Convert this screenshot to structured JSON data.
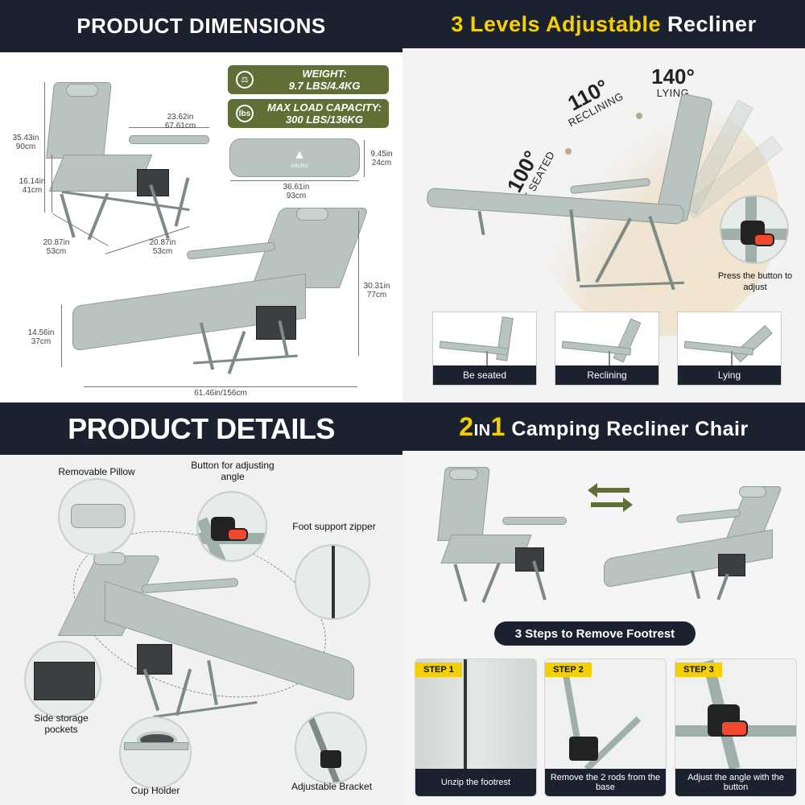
{
  "q1": {
    "title": "PRODUCT DIMENSIONS",
    "weight": {
      "label": "WEIGHT:",
      "value": "9.7 LBS/4.4KG"
    },
    "load": {
      "label": "MAX LOAD CAPACITY:",
      "value": "300 LBS/136KG"
    },
    "brand": "ARURU",
    "dims": {
      "height_in": "35.43in",
      "height_cm": "90cm",
      "arm_in": "23.62in",
      "arm_cm": "67.61cm",
      "seat_in": "16.14in",
      "seat_cm": "41cm",
      "depth_in": "20.87in",
      "depth_cm": "53cm",
      "width_in": "20.87in",
      "width_cm": "53cm",
      "bag_h_in": "9.45in",
      "bag_h_cm": "24cm",
      "bag_l_in": "36.61in",
      "bag_l_cm": "93cm",
      "rec_h_in": "30.31in",
      "rec_h_cm": "77cm",
      "foot_in": "14.56in",
      "foot_cm": "37cm",
      "length": "61.46in/156cm"
    }
  },
  "q2": {
    "title_a": "3 Levels Adjustable",
    "title_b": "Recliner",
    "angles": [
      {
        "deg": "100°",
        "name": "BE SEATED"
      },
      {
        "deg": "110°",
        "name": "RECLINING"
      },
      {
        "deg": "140°",
        "name": "LYING"
      }
    ],
    "press": "Press the button to adjust",
    "thumbs": [
      "Be seated",
      "Reclining",
      "Lying"
    ]
  },
  "q3": {
    "title": "PRODUCT DETAILS",
    "labels": {
      "pillow": "Removable Pillow",
      "button": "Button for adjusting angle",
      "foot": "Foot support zipper",
      "pockets": "Side storage pockets",
      "cup": "Cup Holder",
      "bracket": "Adjustable Bracket"
    }
  },
  "q4": {
    "title_a": "2",
    "title_b": "IN",
    "title_c": "1",
    "title_d": "Camping Recliner Chair",
    "steps_title": "3 Steps to Remove Footrest",
    "steps": [
      {
        "tag": "STEP 1",
        "caption": "Unzip the footrest"
      },
      {
        "tag": "STEP 2",
        "caption": "Remove the 2 rods from the base"
      },
      {
        "tag": "STEP 3",
        "caption": "Adjust the angle with the button"
      }
    ]
  },
  "colors": {
    "navy": "#1c2130",
    "yellow": "#f4d000",
    "olive": "#5f6f35",
    "accent_red": "#f0492e",
    "fabric": "#b9c4c0"
  }
}
